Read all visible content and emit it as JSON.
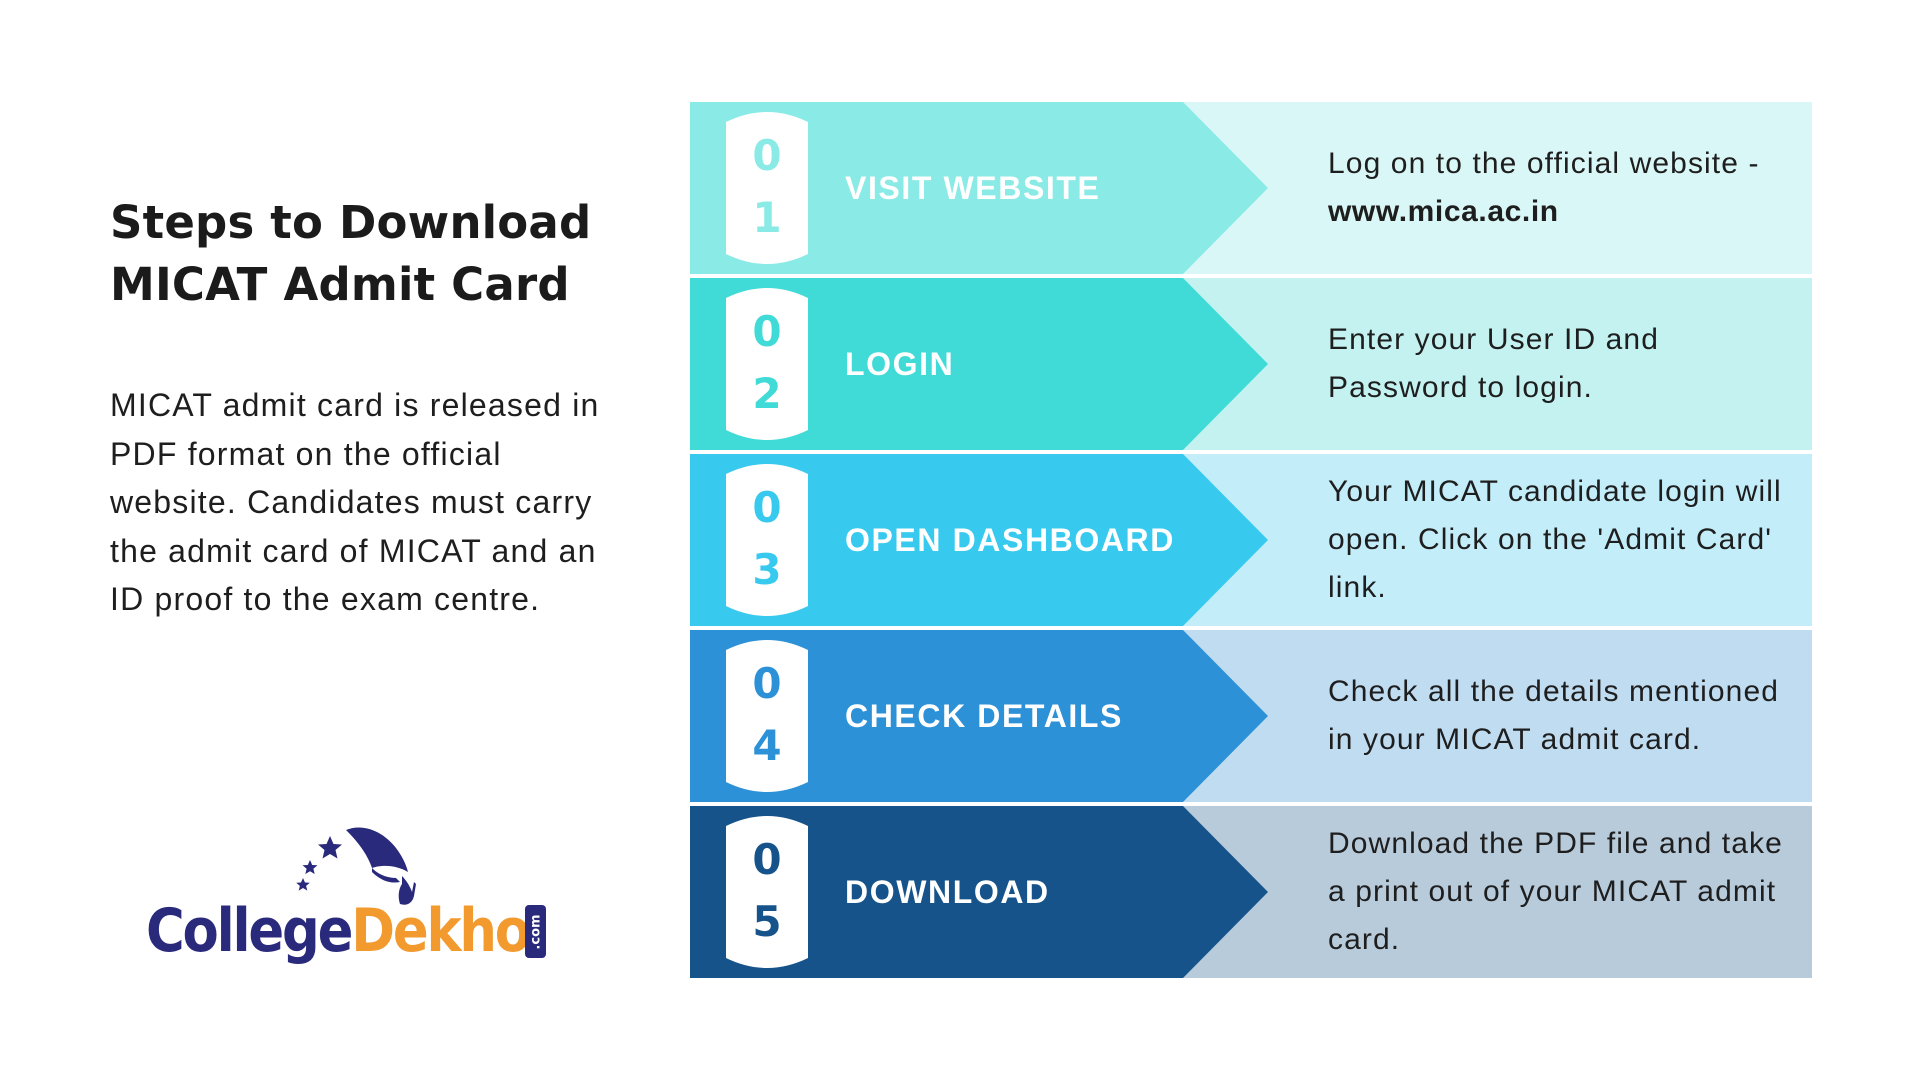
{
  "heading": {
    "title_line1": "Steps to Download",
    "title_line2": "MICAT Admit Card"
  },
  "intro": {
    "text": "MICAT admit card is released in PDF format on the official website. Candidates must carry the admit card of MICAT and an ID proof to the exam centre."
  },
  "logo": {
    "college": "College",
    "dekho": "Dekho",
    "com": ".com",
    "icon": "graduation-cap-stars-icon",
    "colors": {
      "navy": "#2a2a7c",
      "orange": "#f29a2e"
    }
  },
  "steps": [
    {
      "digit1": "0",
      "digit2": "1",
      "label": "VISIT WEBSITE",
      "desc_prefix": "Log on to the official website - ",
      "desc_bold": "www.mica.ac.in",
      "color_dark": "#8aeae6",
      "color_light": "#d9f7f6"
    },
    {
      "digit1": "0",
      "digit2": "2",
      "label": "LOGIN",
      "desc_prefix": "Enter your User ID and Password to login.",
      "desc_bold": "",
      "color_dark": "#40dbd7",
      "color_light": "#c3f2f1"
    },
    {
      "digit1": "0",
      "digit2": "3",
      "label": "OPEN DASHBOARD",
      "desc_prefix": "Your MICAT candidate login will open. Click on the 'Admit Card' link.",
      "desc_bold": "",
      "color_dark": "#38c9ef",
      "color_light": "#c2edf9"
    },
    {
      "digit1": "0",
      "digit2": "4",
      "label": "CHECK DETAILS",
      "desc_prefix": "Check all the details mentioned in your MICAT admit card.",
      "desc_bold": "",
      "color_dark": "#2d91d7",
      "color_light": "#bfdcf1"
    },
    {
      "digit1": "0",
      "digit2": "5",
      "label": "DOWNLOAD",
      "desc_prefix": "Download the PDF file and take a print out of your MICAT admit card.",
      "desc_bold": "",
      "color_dark": "#16538a",
      "color_light": "#b8cbdb"
    }
  ]
}
